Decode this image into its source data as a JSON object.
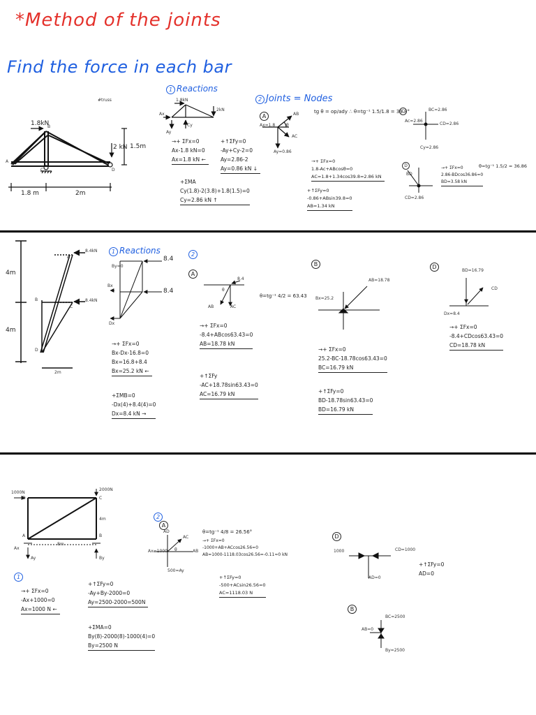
{
  "header": {
    "title": "*Method of the joints",
    "subtitle": "Find the force in each bar"
  },
  "p1": {
    "truss_label": "#truss",
    "load_a": "1.8kN",
    "load_b": "2 kN",
    "height": "1.5m",
    "span_left": "1.8 m",
    "span_right": "2m",
    "node_a": "A",
    "node_b": "B",
    "node_c": "C",
    "node_d": "D",
    "reactions": {
      "heading": "Reactions",
      "num": "1",
      "force_top": "1.8kN",
      "force_right": "2kN",
      "ax": "Ax",
      "ay": "Ay",
      "cy": "Cy",
      "eq_x": [
        "→+ ΣFx=0",
        "Ax-1.8 kN=0",
        "Ax=1.8 kN ←"
      ],
      "eq_y": [
        "+↑ΣFy=0",
        "-Ay+Cy-2=0",
        "Ay=2.86-2",
        "Ay=0.86 kN ↓"
      ],
      "eq_m": [
        "+ΣMA",
        "Cy(1.8)-2(3.8)+1.8(1.5)=0",
        "Cy=2.86 kN ↑"
      ]
    },
    "joints": {
      "heading": "Joints = Nodes",
      "num": "2",
      "joint_a": "A",
      "ax_label": "Ax=1.8",
      "ay_label": "Ay=0.86",
      "ab_label": "AB",
      "ac_label": "AC",
      "angle": "θ",
      "tan_eq": "tg θ = op/ady  ∴ θ=tg⁻¹ 1.5/1.8 = 39.8°",
      "eq_x": [
        "→+ ΣFx=0",
        "1.8-Ac+ABcosθ=0",
        "AC=1.8+1.34cos39.8=2.86 kN"
      ],
      "eq_y": [
        "+↑ΣFy=0",
        "-0.86+ABsin39.8=0",
        "AB=1.34 kN"
      ]
    },
    "joint_c": {
      "label": "C",
      "ac": "Ac=2.86",
      "bc": "BC=2.86",
      "cd": "CD=2.86",
      "cy": "Cy=2.86"
    },
    "joint_d": {
      "label": "D",
      "bd": "BD",
      "cd": "CD=2.86",
      "tan": "θ=tg⁻¹ 1.5/2 = 36.86",
      "eq": [
        "→+ ΣFx=0",
        "2.86-BDcos36.86=0",
        "BD=3.58 kN"
      ]
    }
  },
  "p2": {
    "load_top": "8.4kN",
    "load_mid": "8.4kN",
    "h_top": "4m",
    "h_bottom": "4m",
    "width": "2m",
    "node_a": "A",
    "node_b": "B",
    "node_c": "C",
    "node_d": "D",
    "reactions": {
      "heading": "Reactions",
      "num": "1",
      "by": "By=0",
      "bx": "Bx",
      "dx": "Dx",
      "f1": "8.4",
      "f2": "8.4",
      "eq_x": [
        "→+ ΣFx=0",
        "Bx-Dx-16.8=0",
        "Bx=16.8+8.4",
        "Bx=25.2 kN ←"
      ],
      "eq_m": [
        "+ΣMB=0",
        "-Dx(4)+8.4(4)=0",
        "Dx=8.4 kN →"
      ]
    },
    "joint_a": {
      "num": "2",
      "label": "A",
      "force": "8.4",
      "ab": "AB",
      "ac": "AC",
      "angle": "θ",
      "tan": "θ=tg⁻¹ 4/2 = 63.43",
      "eq_x": [
        "→+ ΣFx=0",
        "-8.4+ABcos63.43=0",
        "AB=18.78 kN"
      ],
      "eq_y": [
        "+↑ΣFy",
        "-AC+18.78sin63.43=0",
        "AC=16.79 kN"
      ]
    },
    "joint_b": {
      "label": "B",
      "ab": "AB=18.78",
      "bx": "Bx=25.2",
      "eq_x": [
        "→+ ΣFx=0",
        "25.2-BC-18.78cos63.43=0",
        "BC=16.79 kN"
      ],
      "eq_y": [
        "+↑ΣFy=0",
        "BD-18.78sin63.43=0",
        "BD=16.79 kN"
      ]
    },
    "joint_d": {
      "label": "D",
      "bd": "BD=16.79",
      "cd": "CD",
      "dx": "Dx=8.4",
      "eq": [
        "→+ ΣFx=0",
        "-8.4+CDcos63.43=0",
        "CD=18.78 kN"
      ]
    }
  },
  "p3": {
    "load_a": "1000N",
    "load_c": "2000N",
    "height": "4m",
    "width": "8m",
    "ax": "Ax",
    "ay": "Ay",
    "by": "By",
    "node_a": "A",
    "node_b": "B",
    "node_c": "C",
    "node_d": "D",
    "reactions": {
      "num": "1",
      "eq_x": [
        "→+ ΣFx=0",
        "-Ax+1000=0",
        "Ax=1000 N ←"
      ],
      "eq_y": [
        "+↑ΣFy=0",
        "-Ay+By-2000=0",
        "Ay=2500-2000=500N"
      ],
      "eq_m": [
        "+ΣMA=0",
        "By(8)-2000(8)-1000(4)=0",
        "By=2500 N"
      ]
    },
    "joint_a": {
      "num": "2",
      "label": "A",
      "ad": "AD",
      "ab": "AB",
      "ac": "AC",
      "ax": "Ax=1000",
      "ay": "500=Ay",
      "angle": "θ",
      "tan": "θ=tg⁻¹ 4/8 = 26.56°",
      "eq_x": [
        "→+ ΣFx=0",
        "-1000+AB+ACcos26.56=0",
        "AB=1000-1118.03cos26.56=-0.11≈0 kN"
      ],
      "eq_y": [
        "+↑ΣFy=0",
        "-500+ACsin26.56=0",
        "AC=1118.03 N"
      ]
    },
    "joint_d": {
      "label": "D",
      "left": "1000",
      "cd": "CD=1000",
      "ad": "AD=0",
      "eq": [
        "+↑ΣFy=0",
        "AD=0"
      ]
    },
    "joint_b": {
      "label": "B",
      "bc": "BC=2500",
      "ab": "AB=0",
      "by": "By=2500"
    }
  }
}
